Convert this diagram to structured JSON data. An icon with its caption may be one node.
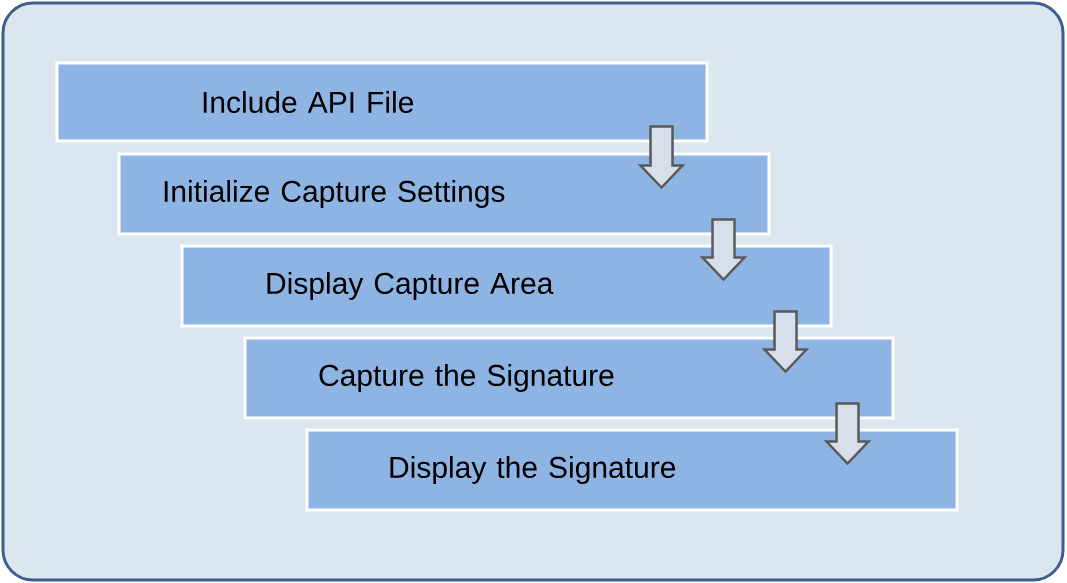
{
  "diagram": {
    "nodes": [
      {
        "text": [
          "Include API File"
        ]
      },
      {
        "text": [
          "Initialize Capture Settings"
        ]
      },
      {
        "text": [
          "Display Capture Area"
        ]
      },
      {
        "text": [
          "Capture the Signature"
        ]
      },
      {
        "text": [
          "Display the Signature"
        ]
      }
    ],
    "edges": [
      {
        "from": 0,
        "to": 1,
        "arrow": "to"
      },
      {
        "from": 1,
        "to": 2,
        "arrow": "to"
      },
      {
        "from": 2,
        "to": 3,
        "arrow": "to"
      },
      {
        "from": 3,
        "to": 4,
        "arrow": "to"
      }
    ]
  }
}
